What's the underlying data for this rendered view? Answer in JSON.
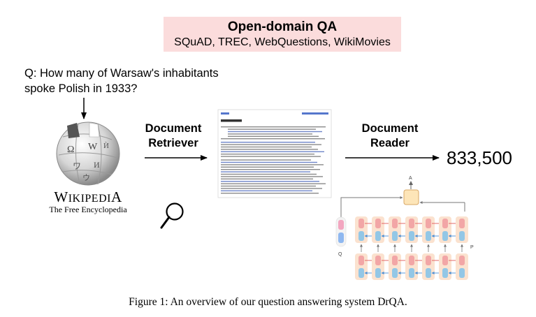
{
  "title": "Open-domain QA",
  "datasets": "SQuAD, TREC, WebQuestions, WikiMovies",
  "question_lines": [
    "Q:  How many of Warsaw's inhabitants",
    "spoke Polish in 1933?"
  ],
  "wikipedia": {
    "wordmark": "Wikipedia",
    "tagline": "The Free Encyclopedia"
  },
  "retriever_label": [
    "Document",
    "Retriever"
  ],
  "reader_label": [
    "Document",
    "Reader"
  ],
  "answer": "833,500",
  "reader_diagram": {
    "output_label": "A",
    "question_label": "Q",
    "passage_label": "P"
  },
  "caption": "Figure 1:  An overview of our question answering system DrQA."
}
